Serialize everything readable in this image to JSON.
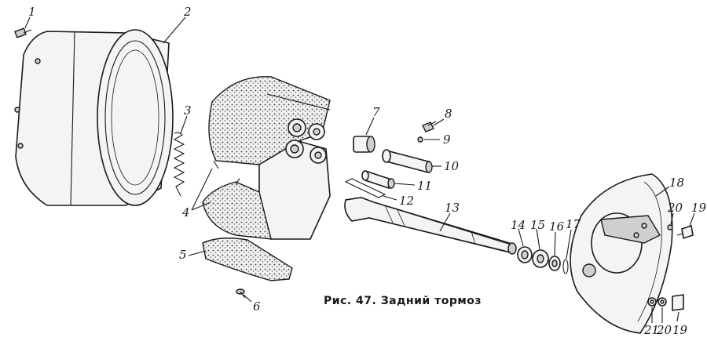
{
  "caption": "Рис. 47. Задний тормоз",
  "labels": {
    "l1": "1",
    "l2": "2",
    "l3": "3",
    "l4": "4",
    "l5": "5",
    "l6": "6",
    "l7": "7",
    "l8": "8",
    "l9": "9",
    "l10": "10",
    "l11": "11",
    "l12": "12",
    "l13": "13",
    "l14": "14",
    "l15": "15",
    "l16": "16",
    "l17": "17",
    "l18": "18",
    "l19a": "19",
    "l19b": "19",
    "l20a": "20",
    "l20b": "20",
    "l21": "21"
  }
}
